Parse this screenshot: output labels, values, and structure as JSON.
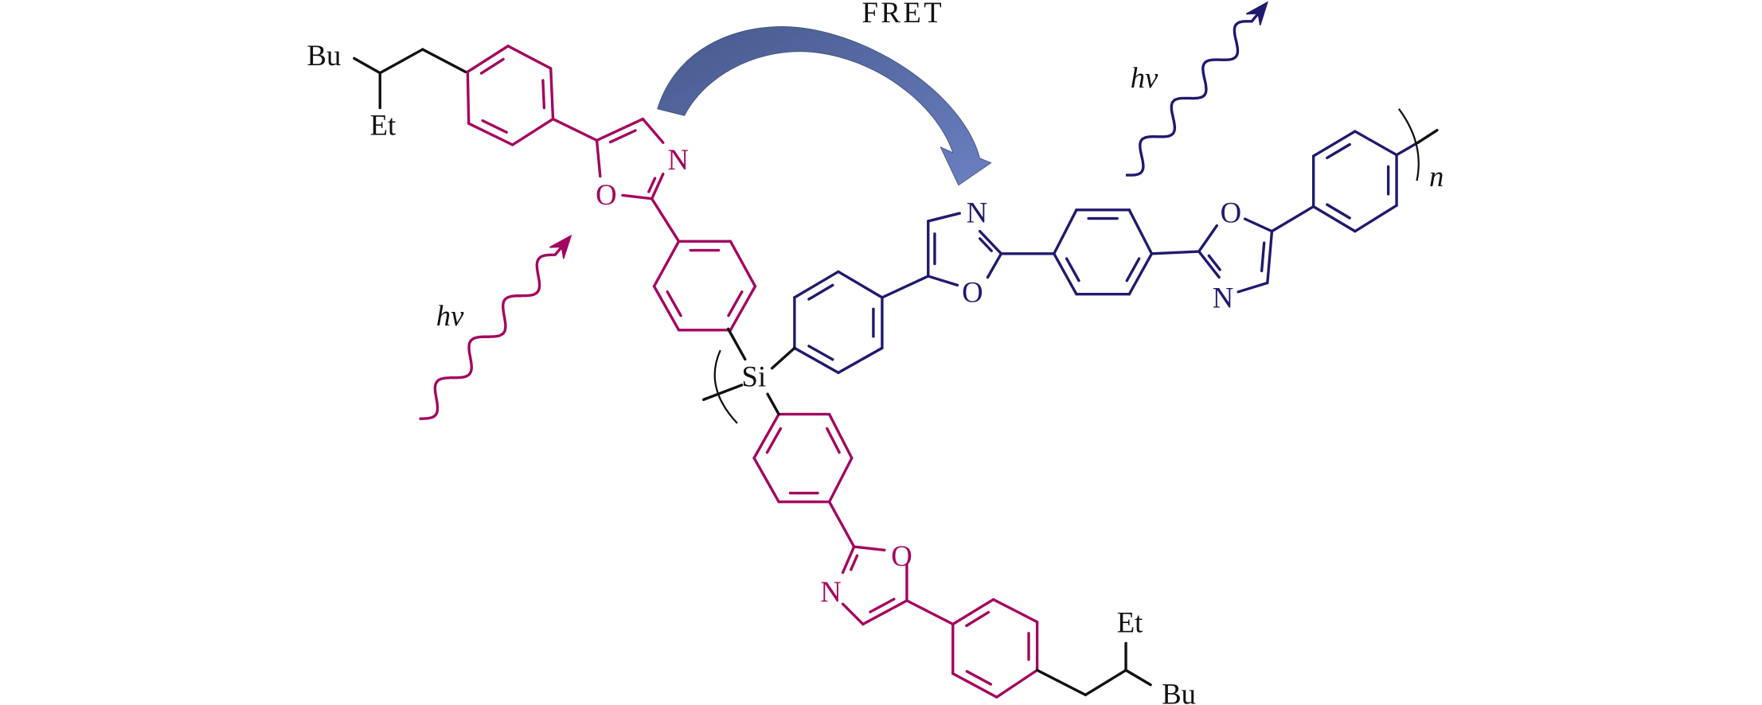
{
  "title_label": "FRET",
  "colors": {
    "donor": "#a3055f",
    "acceptor": "#1f1a6e",
    "linker": "#111111",
    "fret_arrow_dark": "#47598c",
    "fret_arrow_light": "#6b80c2"
  },
  "labels": {
    "fret": "FRET",
    "hv_donor": "hv",
    "hv_acceptor": "hv",
    "bu_top": "Bu",
    "et_top": "Et",
    "bu_bottom": "Bu",
    "et_bottom": "Et",
    "si": "Si",
    "n_subscript": "n",
    "ox1_n": "N",
    "ox1_o": "O",
    "ox2_n": "N",
    "ox2_o": "O",
    "ox3_n": "N",
    "ox3_o": "O",
    "ox4_n": "N",
    "ox4_o": "O"
  }
}
